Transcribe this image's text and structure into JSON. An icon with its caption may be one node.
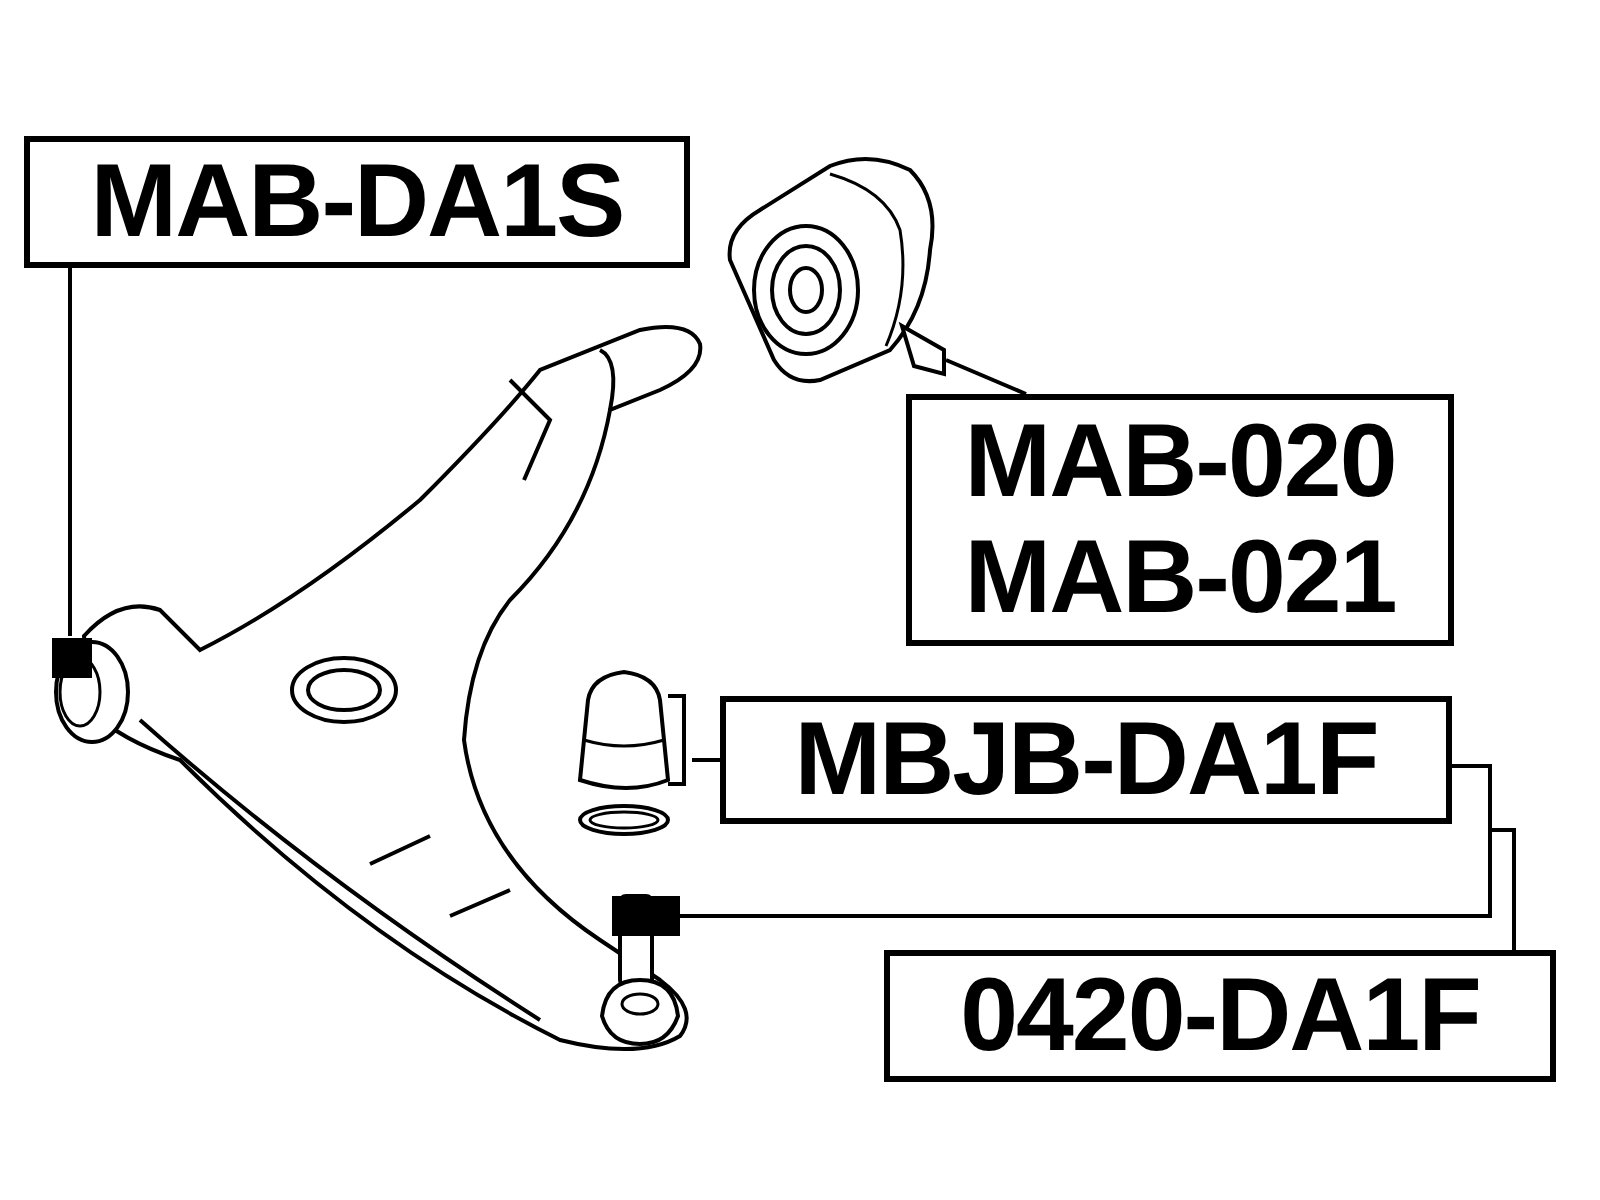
{
  "diagram": {
    "nodes": [
      {
        "text": [
          "MAB-DA1S"
        ]
      },
      {
        "text": [],
        "shape": "picture"
      },
      {
        "text": [],
        "shape": "picture"
      },
      {
        "text": [
          "MAB-020",
          "MAB-021"
        ]
      },
      {
        "text": [],
        "shape": "picture"
      },
      {
        "text": [
          "MBJB-DA1F"
        ]
      },
      {
        "text": [],
        "shape": "picture"
      },
      {
        "text": [
          "0420-DA1F"
        ]
      }
    ],
    "edges": [
      {
        "from": 0,
        "to": 1,
        "arrow": "none"
      },
      {
        "from": 3,
        "to": 2,
        "arrow": "none"
      },
      {
        "from": 5,
        "to": 4,
        "arrow": "none"
      },
      {
        "from": 5,
        "to": 6,
        "arrow": "none"
      },
      {
        "from": 7,
        "to": 6,
        "arrow": "none"
      }
    ]
  }
}
